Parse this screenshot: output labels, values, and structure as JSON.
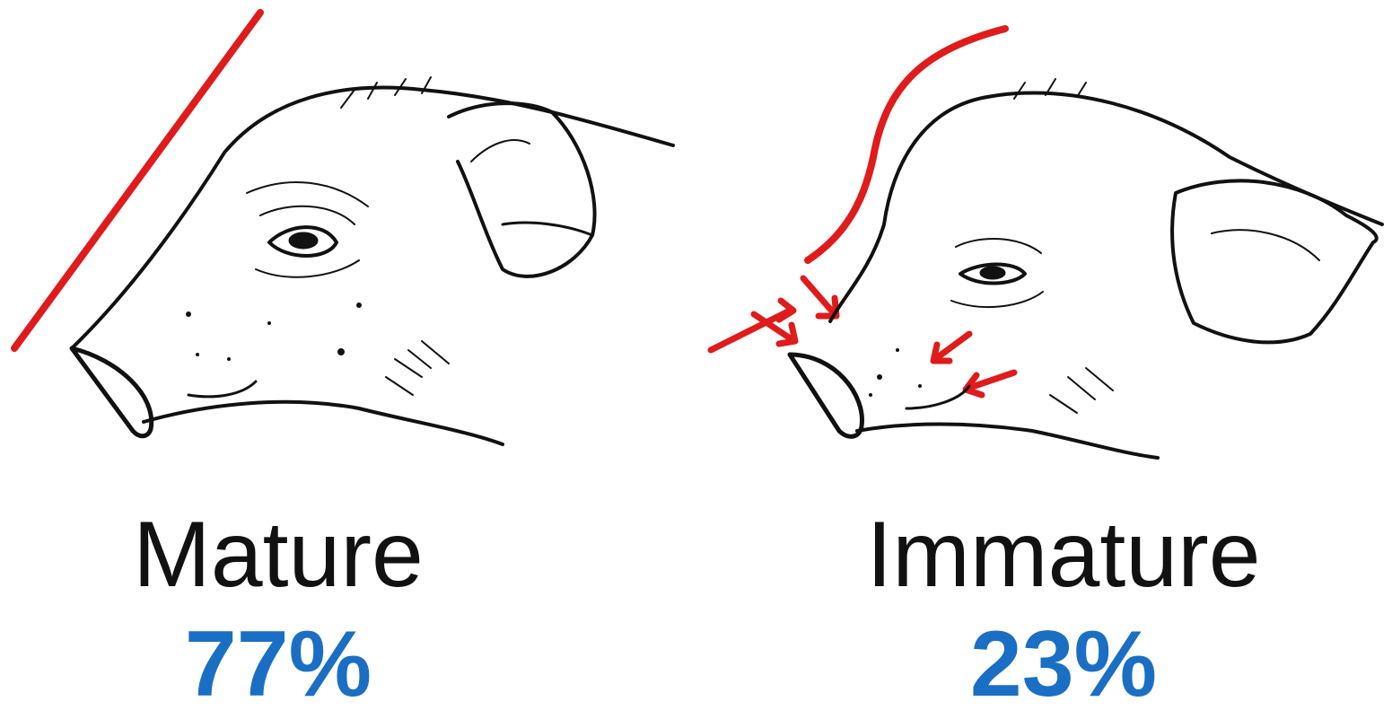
{
  "colors": {
    "accent_red": "#e01b1b",
    "percent_blue": "#1a6fc4",
    "ink": "#111111"
  },
  "panels": [
    {
      "illustration": "pig-head-mature-icon",
      "label": "Mature",
      "percent": "77%",
      "percent_value": 77
    },
    {
      "illustration": "pig-head-immature-icon",
      "label": "Immature",
      "percent": "23%",
      "percent_value": 23
    }
  ]
}
